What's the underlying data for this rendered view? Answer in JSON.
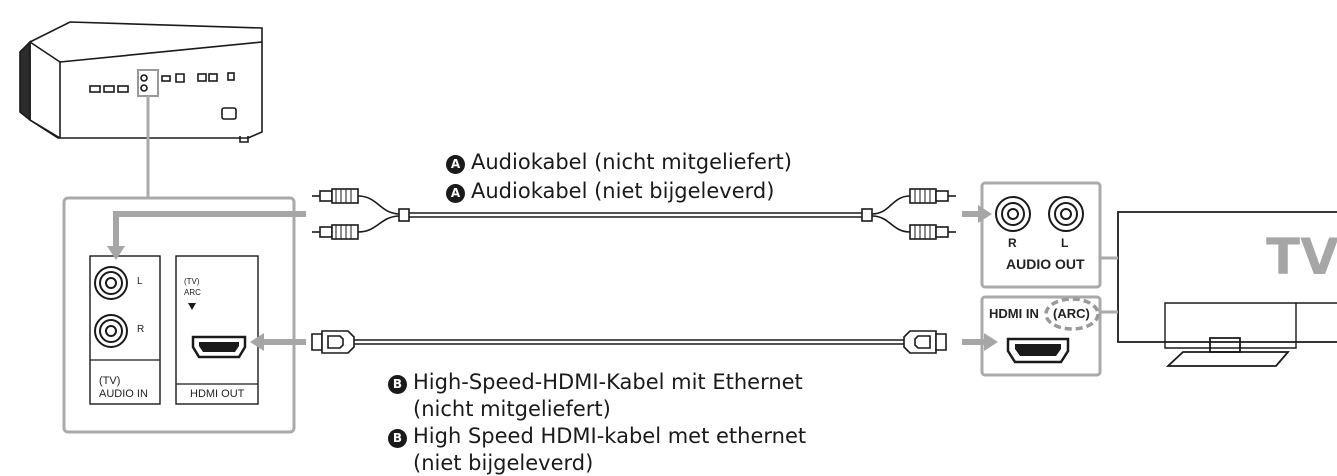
{
  "captions": {
    "a_de": "Audiokabel (nicht mitgeliefert)",
    "a_nl": "Audiokabel (niet bijgeleverd)",
    "a_badge": "A",
    "b_de_line1": "High-Speed-HDMI-Kabel mit Ethernet",
    "b_de_line2": "(nicht mitgeliefert)",
    "b_nl_line1": "High Speed HDMI-kabel met ethernet",
    "b_nl_line2": "(niet bijgeleverd)",
    "b_badge": "B"
  },
  "device_panel": {
    "jack_l": "L",
    "jack_r": "R",
    "audio_in_line1": "(TV)",
    "audio_in_line2": "AUDIO IN",
    "hdmi_tv": "(TV)",
    "hdmi_arc": "ARC",
    "hdmi_out": "HDMI OUT"
  },
  "tv_panel": {
    "jack_r": "R",
    "jack_l": "L",
    "audio_out": "AUDIO OUT",
    "hdmi_in": "HDMI IN",
    "arc": "(ARC)",
    "tv_label": "TV"
  },
  "colors": {
    "arrow_gray": "#a6a6a6",
    "line": "#1a1a1a",
    "panel_border": "#aaaaaa"
  }
}
